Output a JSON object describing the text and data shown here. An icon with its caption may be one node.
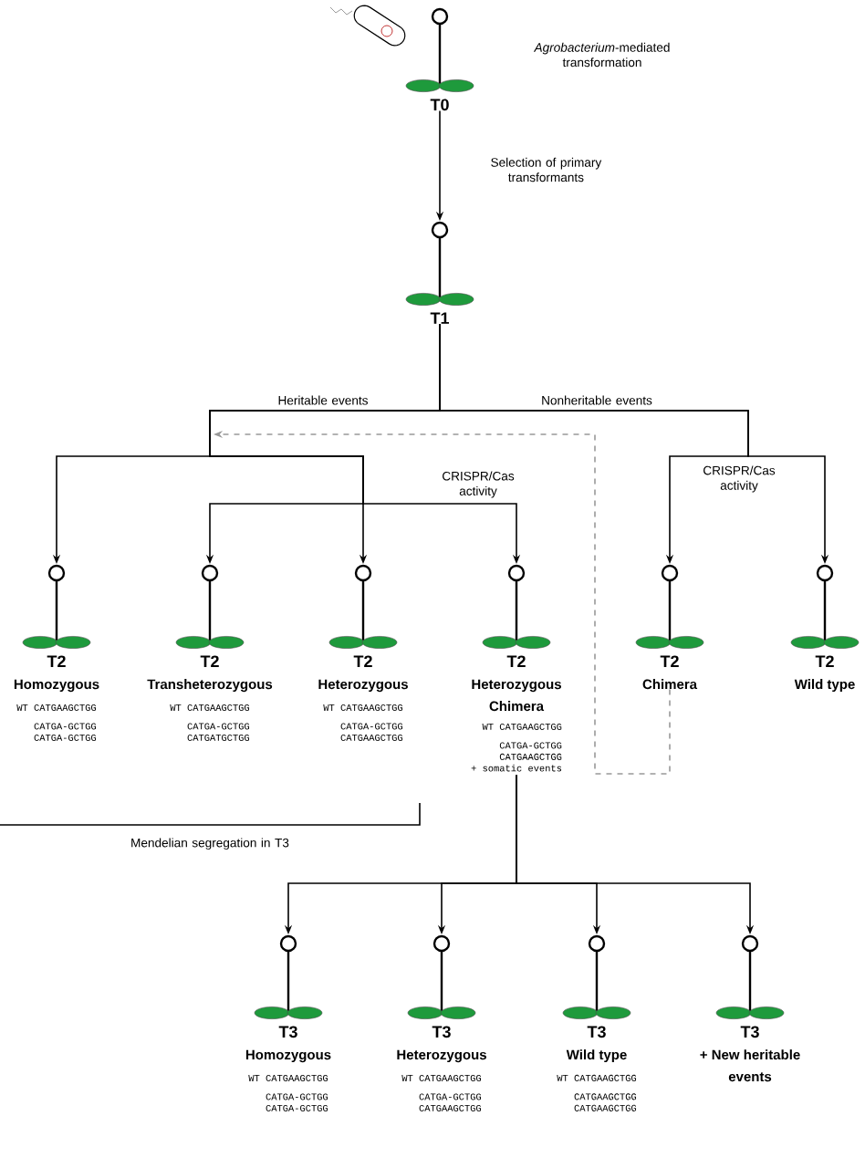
{
  "diagram": {
    "nodes": [
      {
        "text": [
          "T0"
        ]
      },
      {
        "text": [
          "T1"
        ]
      },
      {
        "text": [
          "T2",
          "Homozygous"
        ],
        "beside": [
          "WT CATGAAGCTGG",
          "CATGA-GCTGG",
          "CATGA-GCTGG"
        ]
      },
      {
        "text": [
          "T2",
          "Transheterozygous"
        ],
        "beside": [
          "WT CATGAAGCTGG",
          "CATGA-GCTGG",
          "CATGATGCTGG"
        ]
      },
      {
        "text": [
          "T2",
          "Heterozygous"
        ],
        "beside": [
          "WT CATGAAGCTGG",
          "CATGA-GCTGG",
          "CATGAAGCTGG"
        ]
      },
      {
        "text": [
          "T2",
          "Heterozygous Chimera"
        ],
        "beside": [
          "WT CATGAAGCTGG",
          "CATGA-GCTGG",
          "CATGAAGCTGG",
          "+ somatic events"
        ]
      },
      {
        "text": [
          "T2",
          "Chimera"
        ]
      },
      {
        "text": [
          "T2",
          "Wild type"
        ]
      },
      {
        "text": [
          "T3",
          "Homozygous"
        ],
        "beside": [
          "WT CATGAAGCTGG",
          "CATGA-GCTGG",
          "CATGA-GCTGG"
        ]
      },
      {
        "text": [
          "T3",
          "Heterozygous"
        ],
        "beside": [
          "WT CATGAAGCTGG",
          "CATGA-GCTGG",
          "CATGAAGCTGG"
        ]
      },
      {
        "text": [
          "T3",
          "Wild type"
        ],
        "beside": [
          "WT CATGAAGCTGG",
          "CATGAAGCTGG",
          "CATGAAGCTGG"
        ]
      },
      {
        "text": [
          "T3",
          "+ New heritable events"
        ]
      }
    ],
    "edges": [
      {
        "from": 0,
        "to": 1,
        "arrow": "to",
        "label": "Selection of primary transformants"
      },
      {
        "from": 1,
        "to": 2,
        "arrow": "to"
      },
      {
        "from": 1,
        "to": 3,
        "arrow": "to"
      },
      {
        "from": 1,
        "to": 4,
        "arrow": "to"
      },
      {
        "from": 1,
        "to": 5,
        "arrow": "to"
      },
      {
        "from": 1,
        "to": 6,
        "arrow": "to"
      },
      {
        "from": 1,
        "to": 7,
        "arrow": "to"
      },
      {
        "from": 6,
        "to": null,
        "arrow": "to",
        "style": "dashed",
        "color": "#999999"
      },
      {
        "from": 5,
        "to": 8,
        "arrow": "to"
      },
      {
        "from": 5,
        "to": 9,
        "arrow": "to"
      },
      {
        "from": 5,
        "to": 10,
        "arrow": "to"
      },
      {
        "from": 5,
        "to": 11,
        "arrow": "to"
      }
    ],
    "labels": [
      "*Agrobacterium*-mediated transformation",
      "Heritable events",
      "Nonheritable events",
      "CRISPR/Cas activity",
      "CRISPR/Cas activity",
      "Mendelian segregation in T3"
    ]
  }
}
